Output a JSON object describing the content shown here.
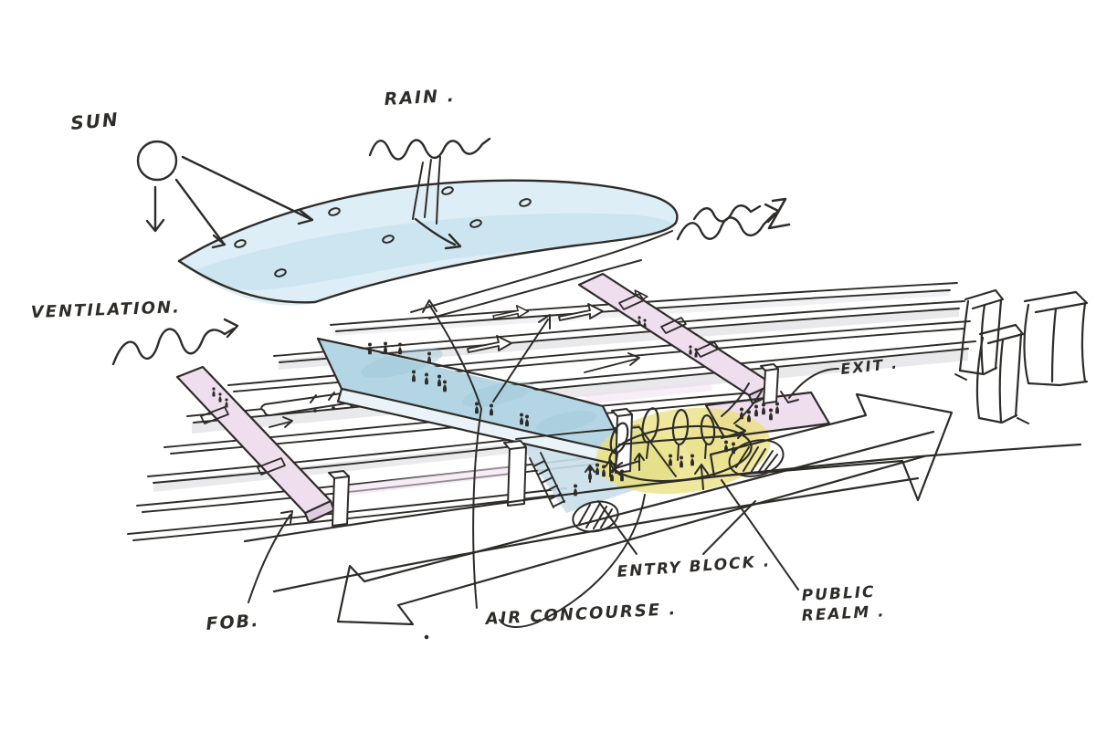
{
  "scene": {
    "type": "hand-drawn architectural concept sketch",
    "subject": "elevated station concourse over railway tracks with canopy roof"
  },
  "labels": {
    "sun": "SUN",
    "rain": "RAIN .",
    "ventilation": "VENTILATION.",
    "exit": "EXIT .",
    "fob": "FOB.",
    "air_concourse": "AIR CONCOURSE .",
    "entry_block": "ENTRY BLOCK .",
    "public_realm_line1": "PUBLIC",
    "public_realm_line2": "REALM ."
  },
  "colors": {
    "ink": "#2e2c29",
    "paper": "#ffffff",
    "canopy_wash": "#ddeef6",
    "canopy_band": "#c9e3f0",
    "deck_wash": "#b4d6e4",
    "deck_face": "#e9f3f8",
    "deck_patch": "#9cc8da",
    "plaza_wash": "#c9dfea",
    "pink_wash": "#efdeee",
    "pink_deep": "#e2cce0",
    "yellow_wash": "#e9df7c",
    "track_wash": "#e5e5e9"
  }
}
